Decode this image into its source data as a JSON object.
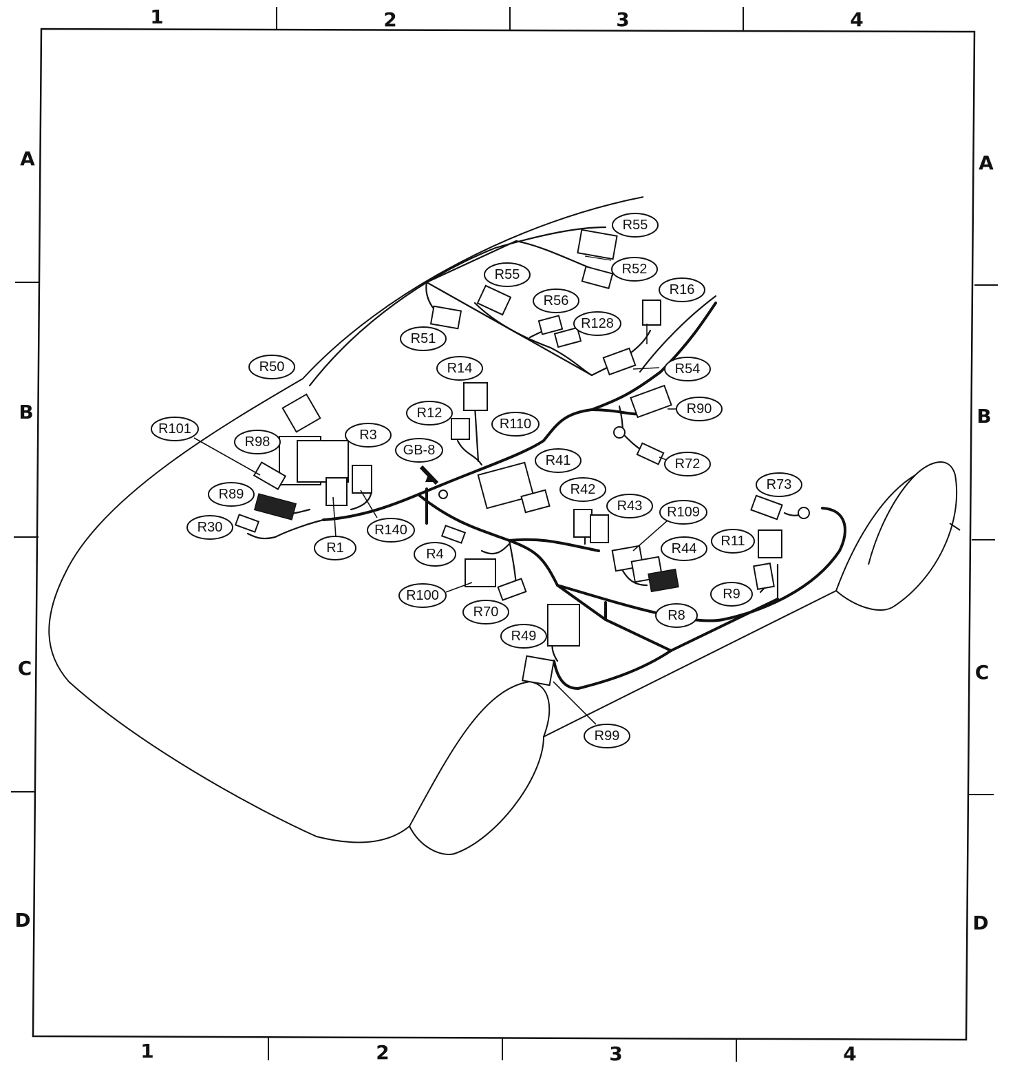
{
  "grid": {
    "columns": [
      "1",
      "2",
      "3",
      "4"
    ],
    "rows": [
      "A",
      "B",
      "C",
      "D"
    ]
  },
  "ground_point": {
    "label": "GB-8"
  },
  "connectors": [
    "R55",
    "R52",
    "R55",
    "R56",
    "R128",
    "R16",
    "R51",
    "R54",
    "R50",
    "R14",
    "R12",
    "R90",
    "R110",
    "R41",
    "R72",
    "R101",
    "R98",
    "R3",
    "R89",
    "R140",
    "R30",
    "R1",
    "R42",
    "R43",
    "R109",
    "R73",
    "R44",
    "R11",
    "R4",
    "R100",
    "R70",
    "R9",
    "R8",
    "R49",
    "R99"
  ],
  "colors": {
    "line": "#111111",
    "background": "#ffffff"
  }
}
